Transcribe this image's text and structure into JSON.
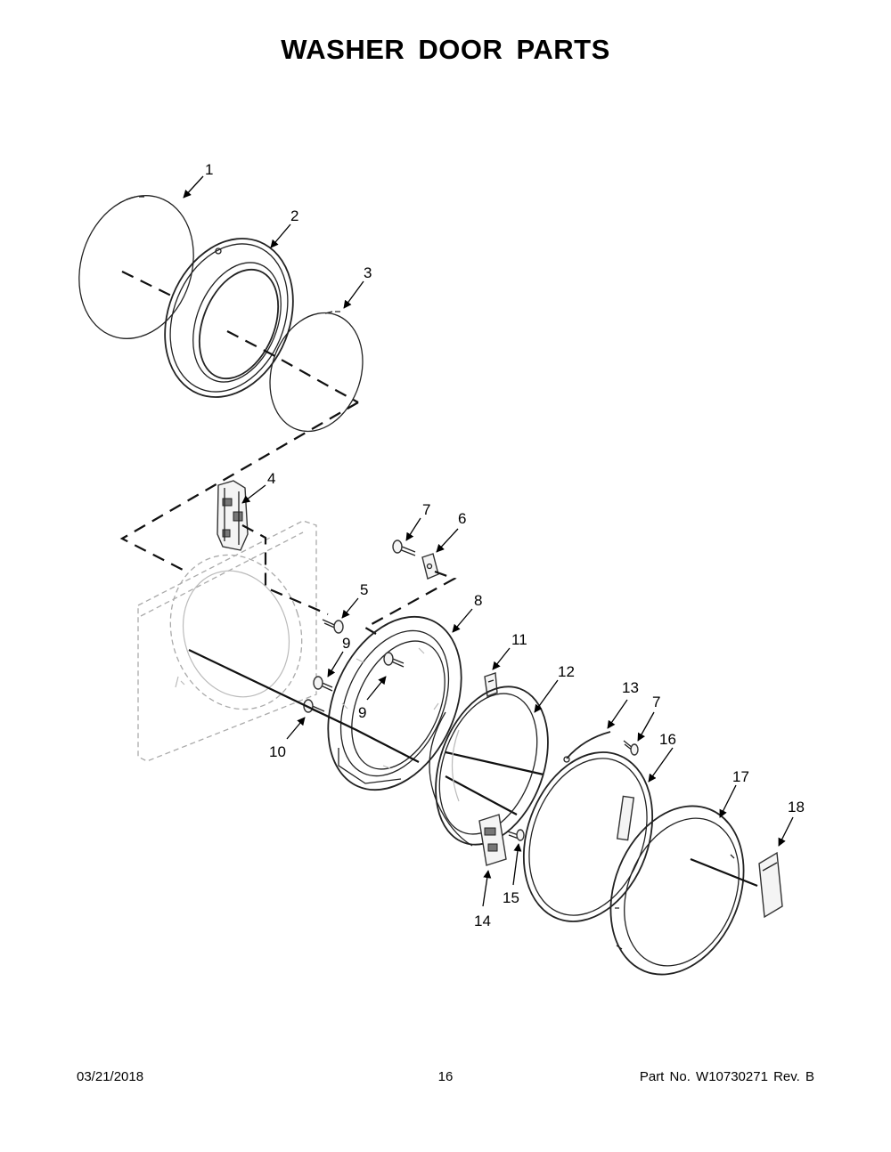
{
  "page": {
    "title": "WASHER DOOR PARTS",
    "footer": {
      "date": "03/21/2018",
      "page_number": "16",
      "part_info": "Part No.  W10730271  Rev.  B"
    }
  },
  "callouts": {
    "c1": "1",
    "c2": "2",
    "c3": "3",
    "c4": "4",
    "c5": "5",
    "c6": "6",
    "c7a": "7",
    "c7b": "7",
    "c8": "8",
    "c9a": "9",
    "c9b": "9",
    "c10": "10",
    "c11": "11",
    "c12": "12",
    "c13": "13",
    "c14": "14",
    "c15": "15",
    "c16": "16",
    "c17": "17",
    "c18": "18"
  },
  "colors": {
    "ink": "#000000",
    "ghost": "#aaaaaa",
    "background": "#ffffff"
  }
}
